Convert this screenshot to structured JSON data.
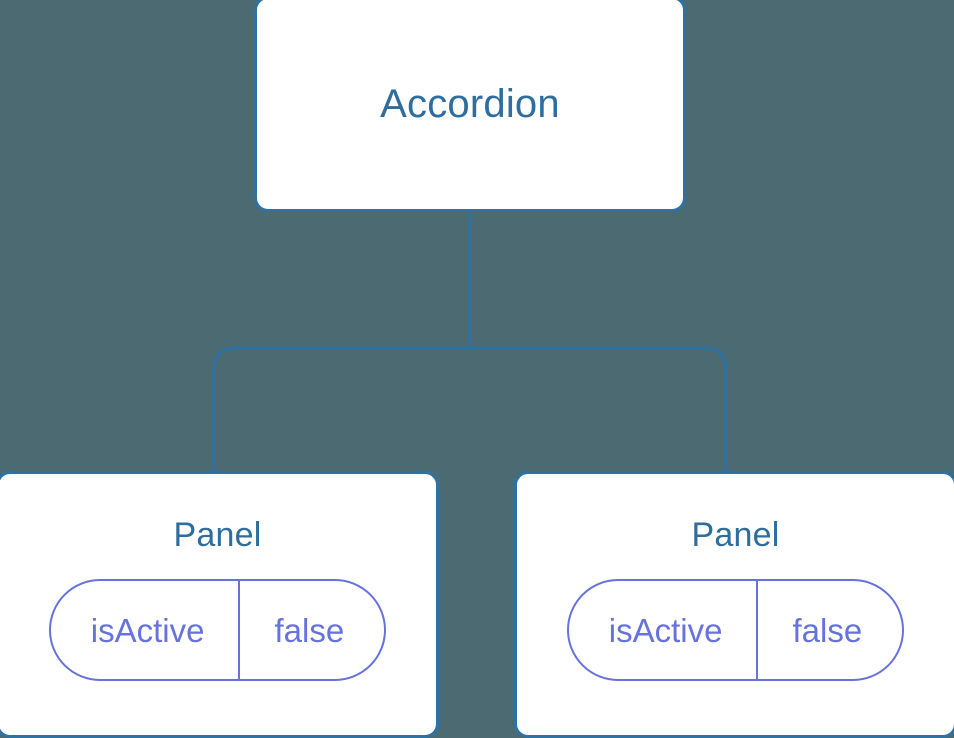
{
  "diagram": {
    "type": "component-tree",
    "background_color": "#4b6a72",
    "node_border_color": "#2d72a3",
    "node_text_color": "#2e6d9e",
    "connector_color": "#2d72a3",
    "state_accent_color": "#6672dd",
    "root": {
      "label": "Accordion"
    },
    "children": [
      {
        "label": "Panel",
        "state": {
          "key": "isActive",
          "value": "false"
        }
      },
      {
        "label": "Panel",
        "state": {
          "key": "isActive",
          "value": "false"
        }
      }
    ]
  }
}
